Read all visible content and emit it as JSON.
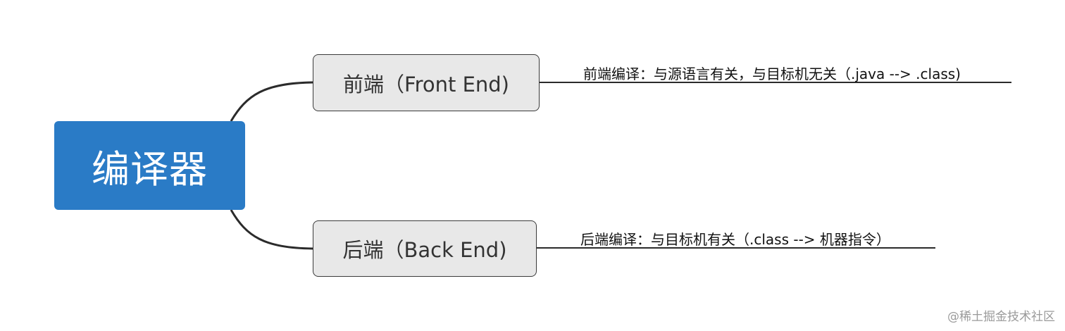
{
  "root": {
    "label": "编译器"
  },
  "branches": [
    {
      "label": "前端（Front End)",
      "note": "前端编译：与源语言有关，与目标机无关（.java --> .class)"
    },
    {
      "label": "后端（Back End)",
      "note": "后端编译：与目标机有关（.class --> 机器指令）"
    }
  ],
  "watermark": "@稀土掘金技术社区",
  "colors": {
    "root_fill": "#2a7bc6",
    "branch_fill": "#e8e8e8",
    "line": "#2b2b2b"
  }
}
